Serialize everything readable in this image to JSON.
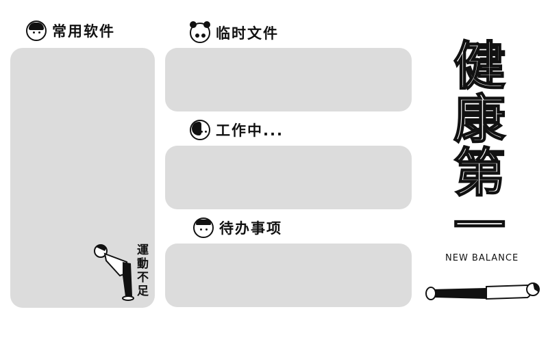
{
  "sections": {
    "common_software": {
      "title": "常用软件",
      "icon": "girl-face-icon"
    },
    "temp_files": {
      "title": "临时文件",
      "icon": "panda-icon"
    },
    "working": {
      "title": "工作中...",
      "icon": "woman-face-icon"
    },
    "todo": {
      "title": "待办事项",
      "icon": "boy-face-icon"
    }
  },
  "decor": {
    "vertical_text": "運動不足",
    "big_text": "健康第一",
    "brand": "NEW BALANCE"
  },
  "colors": {
    "panel": "#dcdcdc",
    "ink": "#111111"
  }
}
